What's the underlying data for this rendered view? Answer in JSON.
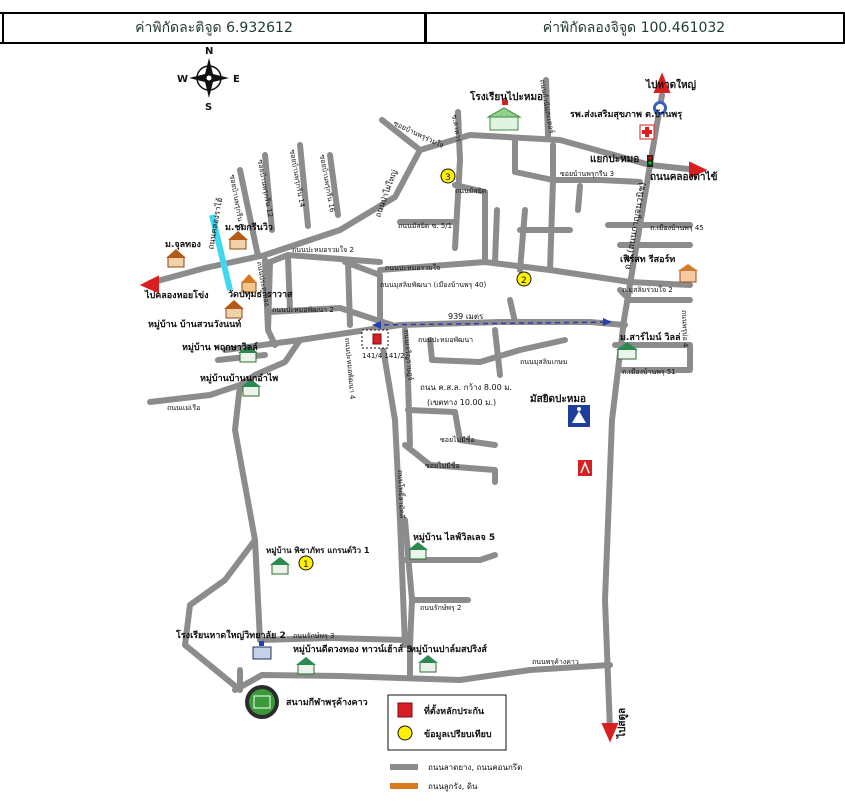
{
  "coordinates": {
    "latitude_text": "ค่าพิกัดละติจูด 6.932612",
    "longitude_text": "ค่าพิกัดลองจิจูด 100.461032"
  },
  "compass": {
    "n": "N",
    "s": "S",
    "e": "E",
    "w": "W"
  },
  "roads": {
    "to_hatyai": "ไปหาดใหญ่",
    "to_satun": "ไปสตูล",
    "to_khlong_hoi_khong": "ไปคลองหอยโข่ง",
    "khlong_rai_road": "ถนนคลองราไฮ้",
    "highway_4": "ถ.4 (ถนนกาญจนวนิช)",
    "pai_yai": "ถนนป่าไผ่ใหญ่",
    "soi_ban_phru_ruamjai": "ซอยบ้านพรุร่วมใจ",
    "lahan": "ซ.ลาหาร",
    "kamnan_sa": "ถนนกำนันสะเตอร์",
    "ban_phru_12": "ซอยบ้านพรุกรีน 12",
    "ban_phru_14": "ซอยบ้านพรุกรีน 14",
    "ban_phru_16": "ซอยบ้านพรุกรีน 16",
    "ban_phru_6": "ซอยบ้านพรุกรีน 6",
    "masjid_road": "ถนนมัสยิด",
    "masjid_soi_5": "ถนนมัสยิด ซ. 5/1",
    "pratu_muang": "ถนนประตูเมือง",
    "pra_mo_ruamjai_2": "ถนนปะหมอรวมใจ 2",
    "pra_mo_ruamjai": "ถนนปะหมอรวมใจ",
    "muslim_phatthana": "ถนนมุสลิมพัฒนา (เมืองบ้านพรุ 40)",
    "pra_mo_phatthana_2": "ถนนปะหมอพัฒนา 2",
    "pra_mo_phatthana": "ถนนปะหมอพัฒนา",
    "pra_mo_phatthana_4": "ถนนปะหมอพัฒนา 4",
    "charoen_rat": "ถนนเจริญราษฎร์",
    "sa_mo": "ซอยบ้านพรุกรีน 3",
    "mueang_ban_phru_45": "ถ.เมืองบ้านพรุ 45",
    "muslim_ruamjai_2": "ถ.มุสลิมร่วมใจ 2",
    "mueang_ban_phru_51": "ถ.เมืองบ้านพรุ 51",
    "muslim_kasem": "ถนนมุสลิมเกษม",
    "khlong_tai": "ถนนคลองตาไข้",
    "road_dimension": "ถนน ค.ส.ล. กว้าง 8.00 ม.",
    "road_reserve": "(เขตทาง 10.00 ม.)",
    "soi_mai_mi_chue_1": "ซอยไม่มีชื่อ",
    "soi_mai_mi_chue_2": "ซอยไม่มีชื่อ",
    "pho_samakkhi": "ถนนโพธิ์สามัคคี",
    "rak_phru_2": "ถนนรักษ์พรุ 2",
    "rak_phru_3": "ถนนรักษ์พรุ 3",
    "phru_kang_khao": "ถนนพรุค้างคาว",
    "soi_nai_rue": "ถนนแม่เรือ",
    "phru_mo_4": "ถนนพรุบ่อ 4",
    "distance_label": "939 เมตร"
  },
  "pois": {
    "school_pramo": "โรงเรียนไปะหมอ",
    "hospital": "รพ.ส่งเสริมสุขภาพ ต.บ้านพรุ",
    "yaek_pramo": "แยกปะหมอ",
    "first_resort": "เฟิร์สท รีสอร์ท",
    "m_sarbmani_villa": "ม.สาร์ไมน์ วิลล่",
    "masjid_pramo": "มัสยิดปะหมอ",
    "m_chomkrin_view": "ม.ชมกรีนวิว",
    "m_chuthong": "ม.จุลทอง",
    "wat_pathum": "วัดปทุมธาราวาส",
    "m_ban_suan": "หมู่บ้าน บ้านสวนวังนนท์",
    "m_phruksa_villa": "หมู่บ้าน พฤกษาวิลล์",
    "m_ban_nuk": "หมู่บ้านบ้านนกอำไพ",
    "m_pichit_grand": "หมู่บ้าน พิชาภัทร แกรนด์วิว 1",
    "m_lifevillage_5": "หมู่บ้าน ไลฟ์วิลเลจ 5",
    "school_hatyai_witthaya_2": "โรงเรียนหาดใหญ่วิทยาลัย 2",
    "m_duangthong": "หมู่บ้านดีดวงทอง ทาวน์เฮ้าส์ 5",
    "m_palm_spring": "หมู่บ้านปาล์มสปริงส์",
    "stadium": "สนามกีฬาพรุค้างคาว",
    "plot_numbers": "141/4  141/2"
  },
  "markers": {
    "m1": "1",
    "m2": "2",
    "m3": "3"
  },
  "legend": {
    "site": "ที่ตั้งหลักประกัน",
    "comparison": "ข้อมูลเปรียบเทียบ",
    "paved": "ถนนลาดยาง, ถนนคอนกรีต",
    "laterite": "ถนนลูกรัง, ดิน"
  },
  "colors": {
    "road": "#8c8c8c",
    "laterite": "#d97a1c",
    "arrow": "#d82020",
    "marker": "#ffef00",
    "site_marker": "#d81f26",
    "distance_line": "#2a3fb0",
    "canal": "#40d8f0"
  }
}
